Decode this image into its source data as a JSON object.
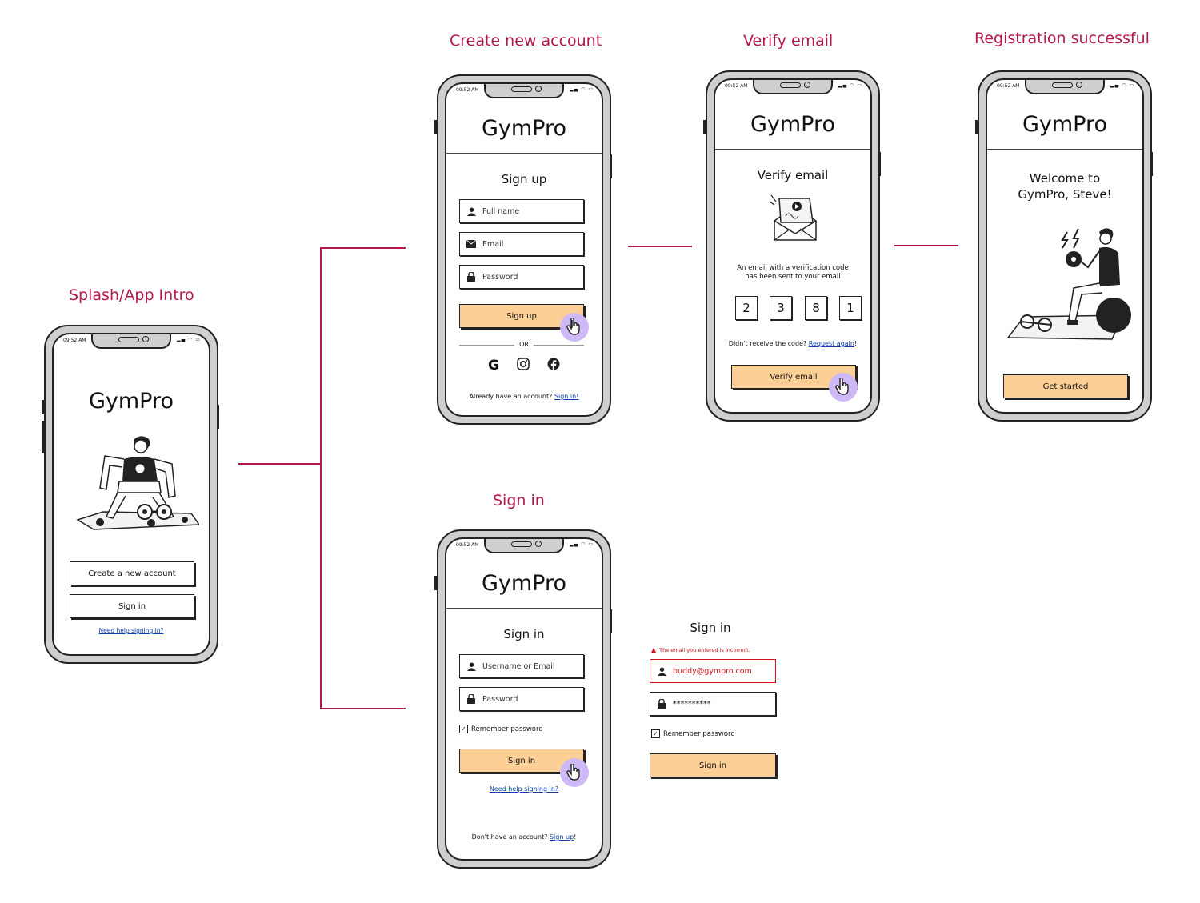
{
  "titles": {
    "splash": "Splash/App Intro",
    "create": "Create new account",
    "verify": "Verify email",
    "success": "Registration successful",
    "signin": "Sign in"
  },
  "common": {
    "time": "09:52 AM",
    "app_name": "GymPro"
  },
  "splash": {
    "create_button": "Create a new account",
    "signin_button": "Sign in",
    "help_link": "Need help signing in?"
  },
  "signup": {
    "heading": "Sign up",
    "full_name_placeholder": "Full name",
    "email_placeholder": "Email",
    "password_placeholder": "Password",
    "submit": "Sign up",
    "or": "OR",
    "social": [
      "google-icon",
      "instagram-icon",
      "facebook-icon"
    ],
    "footer_text": "Already have an account?",
    "footer_link": "Sign in!"
  },
  "verify": {
    "heading": "Verify email",
    "message_line1": "An email with a verification code",
    "message_line2": "has been sent to your email",
    "code": [
      "2",
      "3",
      "8",
      "1"
    ],
    "resend_text": "Didn't receive the code?",
    "resend_link": "Request again",
    "resend_suffix": "!",
    "submit": "Verify email"
  },
  "success": {
    "welcome_line1": "Welcome to",
    "welcome_line2": "GymPro, Steve!",
    "button": "Get started"
  },
  "signin": {
    "heading": "Sign in",
    "username_placeholder": "Username or Email",
    "password_placeholder": "Password",
    "remember": "Remember password",
    "submit": "Sign in",
    "help_link": "Need help signing in?",
    "footer_text": "Don't have an account?",
    "footer_link": "Sign up",
    "footer_suffix": "!"
  },
  "signin_error": {
    "heading": "Sign in",
    "error": "The email you entered is incorrect.",
    "email_value": "buddy@gympro.com",
    "password_value": "**********",
    "remember": "Remember password",
    "submit": "Sign in"
  },
  "colors": {
    "accent": "#b5174d",
    "button": "#fbcf95",
    "pointer": "#cdb9f5",
    "error": "#d0121b",
    "link": "#0b3fa8"
  }
}
